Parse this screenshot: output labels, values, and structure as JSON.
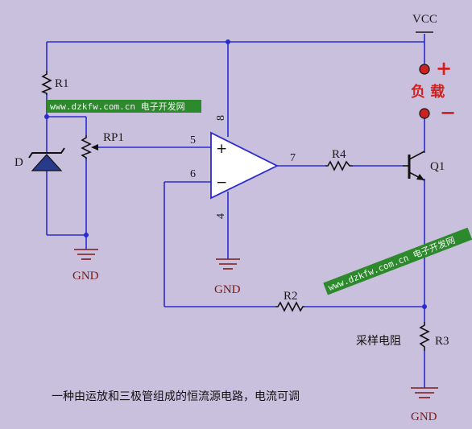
{
  "labels": {
    "vcc": "VCC",
    "r1": "R1",
    "rp1": "RP1",
    "d": "D",
    "r2": "R2",
    "r3": "R3",
    "r4": "R4",
    "q1": "Q1",
    "gnd_left": "GND",
    "gnd_mid": "GND",
    "gnd_right": "GND",
    "sampling_resistor": "采样电阻"
  },
  "pins": {
    "p5": "5",
    "p6": "6",
    "p7": "7",
    "p8": "8",
    "p4": "4"
  },
  "opamp": {
    "plus": "+",
    "minus": "−"
  },
  "load": {
    "label": "负 载",
    "plus": "+",
    "minus": "−",
    "color": "#cc2222"
  },
  "watermark": {
    "top": "www.dzkfw.com.cn 电子开发网",
    "diag": "www.dzkfw.com.cn 电子开发网"
  },
  "caption": "一种由运放和三极管组成的恒流源电路，电流可调",
  "colors": {
    "background": "#c8c0dc",
    "wire": "#2a2ad0",
    "ground": "#7a1a1a",
    "opamp_fill": "#ffffff"
  }
}
